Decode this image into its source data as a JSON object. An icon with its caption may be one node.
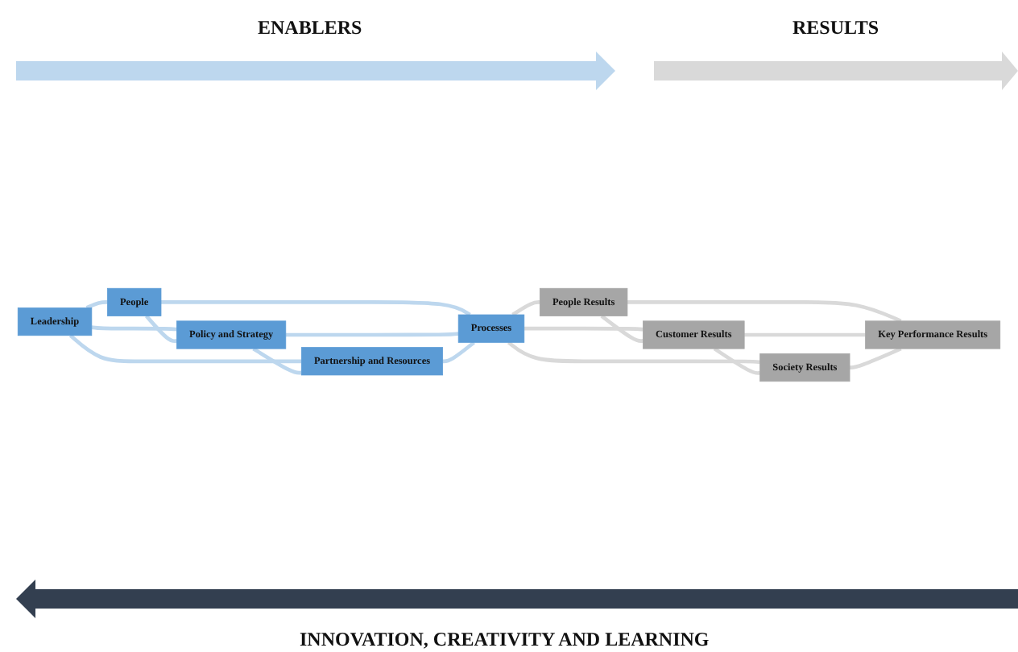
{
  "diagram": {
    "nodes": [
      {
        "text": [
          "Leadership"
        ]
      },
      {
        "text": [
          "People"
        ]
      },
      {
        "text": [
          "Policy and Strategy"
        ]
      },
      {
        "text": [
          "Partnership and Resources"
        ]
      },
      {
        "text": [
          "Processes"
        ]
      },
      {
        "text": [
          "People Results"
        ]
      },
      {
        "text": [
          "Customer Results"
        ]
      },
      {
        "text": [
          "Society Results"
        ]
      },
      {
        "text": [
          "Key Performance Results"
        ]
      }
    ],
    "edges": [
      {
        "from": 0,
        "to": 1,
        "arrow": "none",
        "color": "#bdd7ee"
      },
      {
        "from": 0,
        "to": 2,
        "arrow": "none",
        "color": "#bdd7ee"
      },
      {
        "from": 0,
        "to": 3,
        "arrow": "none",
        "color": "#bdd7ee"
      },
      {
        "from": 1,
        "to": 2,
        "arrow": "none",
        "color": "#bdd7ee"
      },
      {
        "from": 2,
        "to": 3,
        "arrow": "none",
        "color": "#bdd7ee"
      },
      {
        "from": 1,
        "to": 4,
        "arrow": "none",
        "color": "#bdd7ee"
      },
      {
        "from": 2,
        "to": 4,
        "arrow": "none",
        "color": "#bdd7ee"
      },
      {
        "from": 3,
        "to": 4,
        "arrow": "none",
        "color": "#bdd7ee"
      },
      {
        "from": 4,
        "to": 5,
        "arrow": "none",
        "color": "#d9d9d9"
      },
      {
        "from": 4,
        "to": 6,
        "arrow": "none",
        "color": "#d9d9d9"
      },
      {
        "from": 4,
        "to": 7,
        "arrow": "none",
        "color": "#d9d9d9"
      },
      {
        "from": 5,
        "to": 6,
        "arrow": "none",
        "color": "#d9d9d9"
      },
      {
        "from": 6,
        "to": 7,
        "arrow": "none",
        "color": "#d9d9d9"
      },
      {
        "from": 5,
        "to": 8,
        "arrow": "none",
        "color": "#d9d9d9"
      },
      {
        "from": 6,
        "to": 8,
        "arrow": "none",
        "color": "#d9d9d9"
      },
      {
        "from": 7,
        "to": 8,
        "arrow": "none",
        "color": "#d9d9d9"
      }
    ],
    "labels": [
      "ENABLERS",
      "RESULTS",
      "INNOVATION, CREATIVITY AND LEARNING"
    ]
  }
}
